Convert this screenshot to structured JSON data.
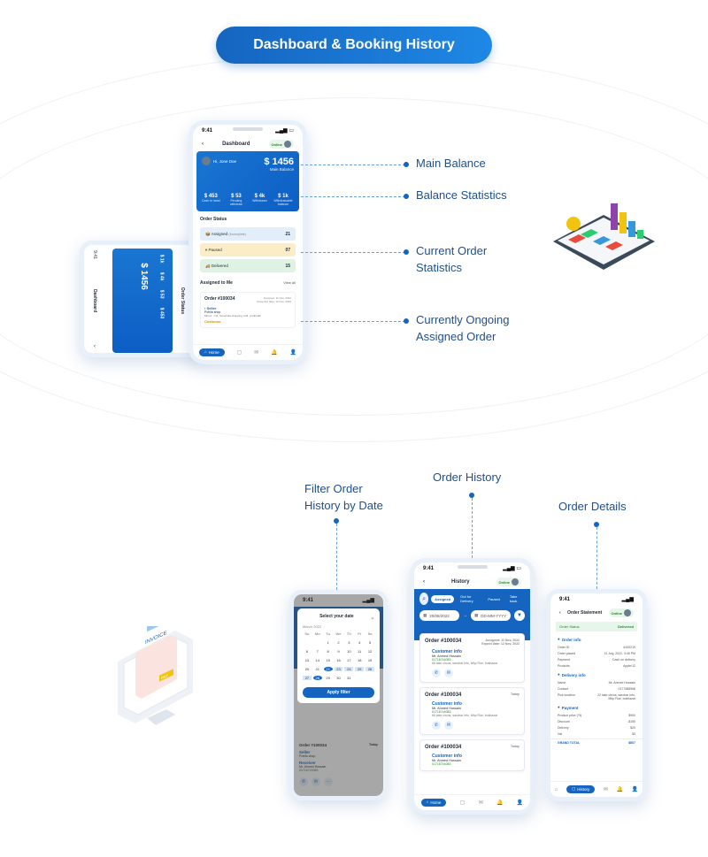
{
  "title": "Dashboard & Booking History",
  "callouts": {
    "main_balance": "Main Balance",
    "balance_stats": "Balance Statistics",
    "current_order_line1": "Current Order",
    "current_order_line2": "Statistics",
    "ongoing_line1": "Currently Ongoing",
    "ongoing_line2": "Assigned Order",
    "filter_line1": "Filter Order",
    "filter_line2": "History by Date",
    "order_history": "Order History",
    "order_details": "Order Details"
  },
  "dashboard": {
    "time": "9:41",
    "title": "Dashboard",
    "online": "Online",
    "greeting": "Hi, Jone Doe",
    "balance": "$ 1456",
    "balance_label": "Main Balance",
    "stats": [
      {
        "value": "$ 453",
        "label": "Cash in hand"
      },
      {
        "value": "$ 53",
        "label": "Pending withdraw"
      },
      {
        "value": "$ 4k",
        "label": "Withdrawn"
      },
      {
        "value": "$ 1k",
        "label": "Withdrawable balance"
      }
    ],
    "order_status_title": "Order Status",
    "order_stats": [
      {
        "label": "Assigned",
        "note": "(Incomplete)",
        "count": "21",
        "bg": "#e3eefb"
      },
      {
        "label": "Paused",
        "note": "",
        "count": "07",
        "bg": "#fbeec6"
      },
      {
        "label": "Delivered",
        "note": "",
        "count": "15",
        "bg": "#dff3e4"
      }
    ],
    "assigned_title": "Assigned to Me",
    "view_all": "View all",
    "order": {
      "id": "Order #100034",
      "assigned_label": "Assigned:",
      "assigned_date": "11 Nov, 2022",
      "expected_label": "Expected date:",
      "expected_date": "12 Nov, 2022",
      "seller": "Seller",
      "seller_shop": "Pohila shop",
      "address": "Mirpur - 1/2, Sonartola shopping mall, yoothpath",
      "customer": "Customer"
    },
    "nav_home": "Home"
  },
  "landscape": {
    "time": "9:41",
    "title": "Dashboard",
    "balance": "$ 1456",
    "balance_label": "Main Balance",
    "stats": [
      "$ 1k",
      "$ 4k",
      "$ 53",
      "$ 453"
    ],
    "order_status": "Order Status"
  },
  "calendar": {
    "time": "9:41",
    "title": "Select your date",
    "month": "March 2022",
    "weekdays": [
      "Su",
      "Mo",
      "Tu",
      "We",
      "Th",
      "Fr",
      "Sa"
    ],
    "days": [
      "",
      "",
      "1",
      "2",
      "3",
      "4",
      "5",
      "6",
      "7",
      "8",
      "9",
      "10",
      "11",
      "12",
      "13",
      "14",
      "15",
      "16",
      "17",
      "18",
      "19",
      "20",
      "21",
      "22",
      "23",
      "24",
      "25",
      "26",
      "27",
      "28",
      "29",
      "30",
      "31",
      "",
      ""
    ],
    "apply": "Apply filter",
    "order_id": "Order #100034",
    "today": "Today",
    "seller": "Seller",
    "seller_shop": "Pohila shop",
    "customer": "Receiver",
    "customer_name": "Mr. Ahmed Hossain",
    "phone": "01716744083"
  },
  "history": {
    "time": "9:41",
    "title": "History",
    "online": "Online",
    "tabs": [
      "Assigned",
      "Out for Delivery",
      "Paused",
      "Take back"
    ],
    "date_from": "20/08/2022",
    "date_to": "DD-MM-YYYY",
    "orders": [
      {
        "id": "Order #100034",
        "meta1": "Assigned: 11 Nov, 2022",
        "meta2": "Expect date: 12 Nov, 2022",
        "label": "Customer info",
        "name": "Mr. Ahmed Hossain",
        "phone": "01716744083",
        "address": "66 lake circus, sarobar info, Mhp Rue, bokbazar"
      },
      {
        "id": "Order #100034",
        "meta1": "Today",
        "meta2": "",
        "label": "Customer info",
        "name": "Mr. Ahmed Hossain",
        "phone": "01716744083",
        "address": "66 lake circus, sarobar info, Mhp Rue, bokbazar"
      },
      {
        "id": "Order #100034",
        "meta1": "Today",
        "meta2": "",
        "label": "Customer info",
        "name": "Mr. Ahmed Hossain",
        "phone": "01716744083",
        "address": ""
      }
    ],
    "nav_home": "Home"
  },
  "details": {
    "time": "9:41",
    "title": "Order Statement",
    "online": "Online",
    "status_label": "Order Status",
    "status_value": "Delivered",
    "order_info_title": "Order info",
    "order_info": [
      {
        "k": "Order ID",
        "v": "#100219"
      },
      {
        "k": "Order placed",
        "v": "11 July, 2022, 3:45 PM"
      },
      {
        "k": "Payment",
        "v": "Cash on delivery"
      },
      {
        "k": "Products",
        "v": "Apple/12"
      }
    ],
    "delivery_title": "Delivery info",
    "delivery_info": [
      {
        "k": "Name",
        "v": "Mr. Ahmed Hossain"
      },
      {
        "k": "Contact",
        "v": "0177688568"
      },
      {
        "k": "Pick location",
        "v": "22 lake circus, sarobar info, Mhp Rue, bokbazar"
      }
    ],
    "payment_title": "Payment",
    "payment_info": [
      {
        "k": "Product price (*3)",
        "v": "$900"
      },
      {
        "k": "Discount",
        "v": "-$150"
      },
      {
        "k": "Delivery",
        "v": "$20"
      },
      {
        "k": "Vat",
        "v": "$3"
      }
    ],
    "grand_label": "GRAND TOTAL",
    "grand_value": "$807",
    "nav_home": "History"
  },
  "colors": {
    "brand": "#1565c0",
    "callout_text": "#1e4f8c"
  },
  "illustrations": {
    "invoice_label": "INVOICE",
    "pay_label": "PAY"
  }
}
